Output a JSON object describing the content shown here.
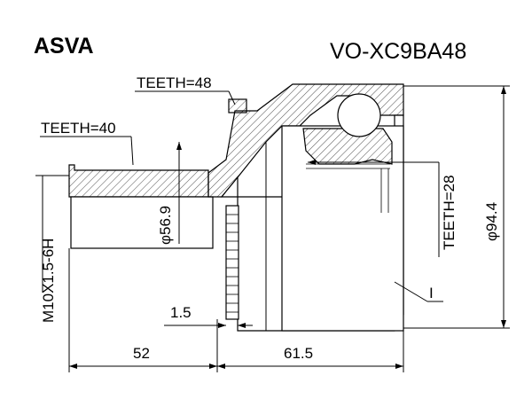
{
  "header": {
    "brand": "ASVA",
    "part_number": "VO-XC9BA48"
  },
  "callouts": {
    "outer_teeth": "TEETH=48",
    "shaft_teeth": "TEETH=40",
    "inner_teeth": "TEETH=28",
    "thread": "M10X1.5-6H",
    "marker": "I"
  },
  "dimensions": {
    "seat_diameter": "φ56.9",
    "outer_diameter": "φ94.4",
    "shoulder": "1.5",
    "shaft_length": "52",
    "body_length": "61.5"
  }
}
